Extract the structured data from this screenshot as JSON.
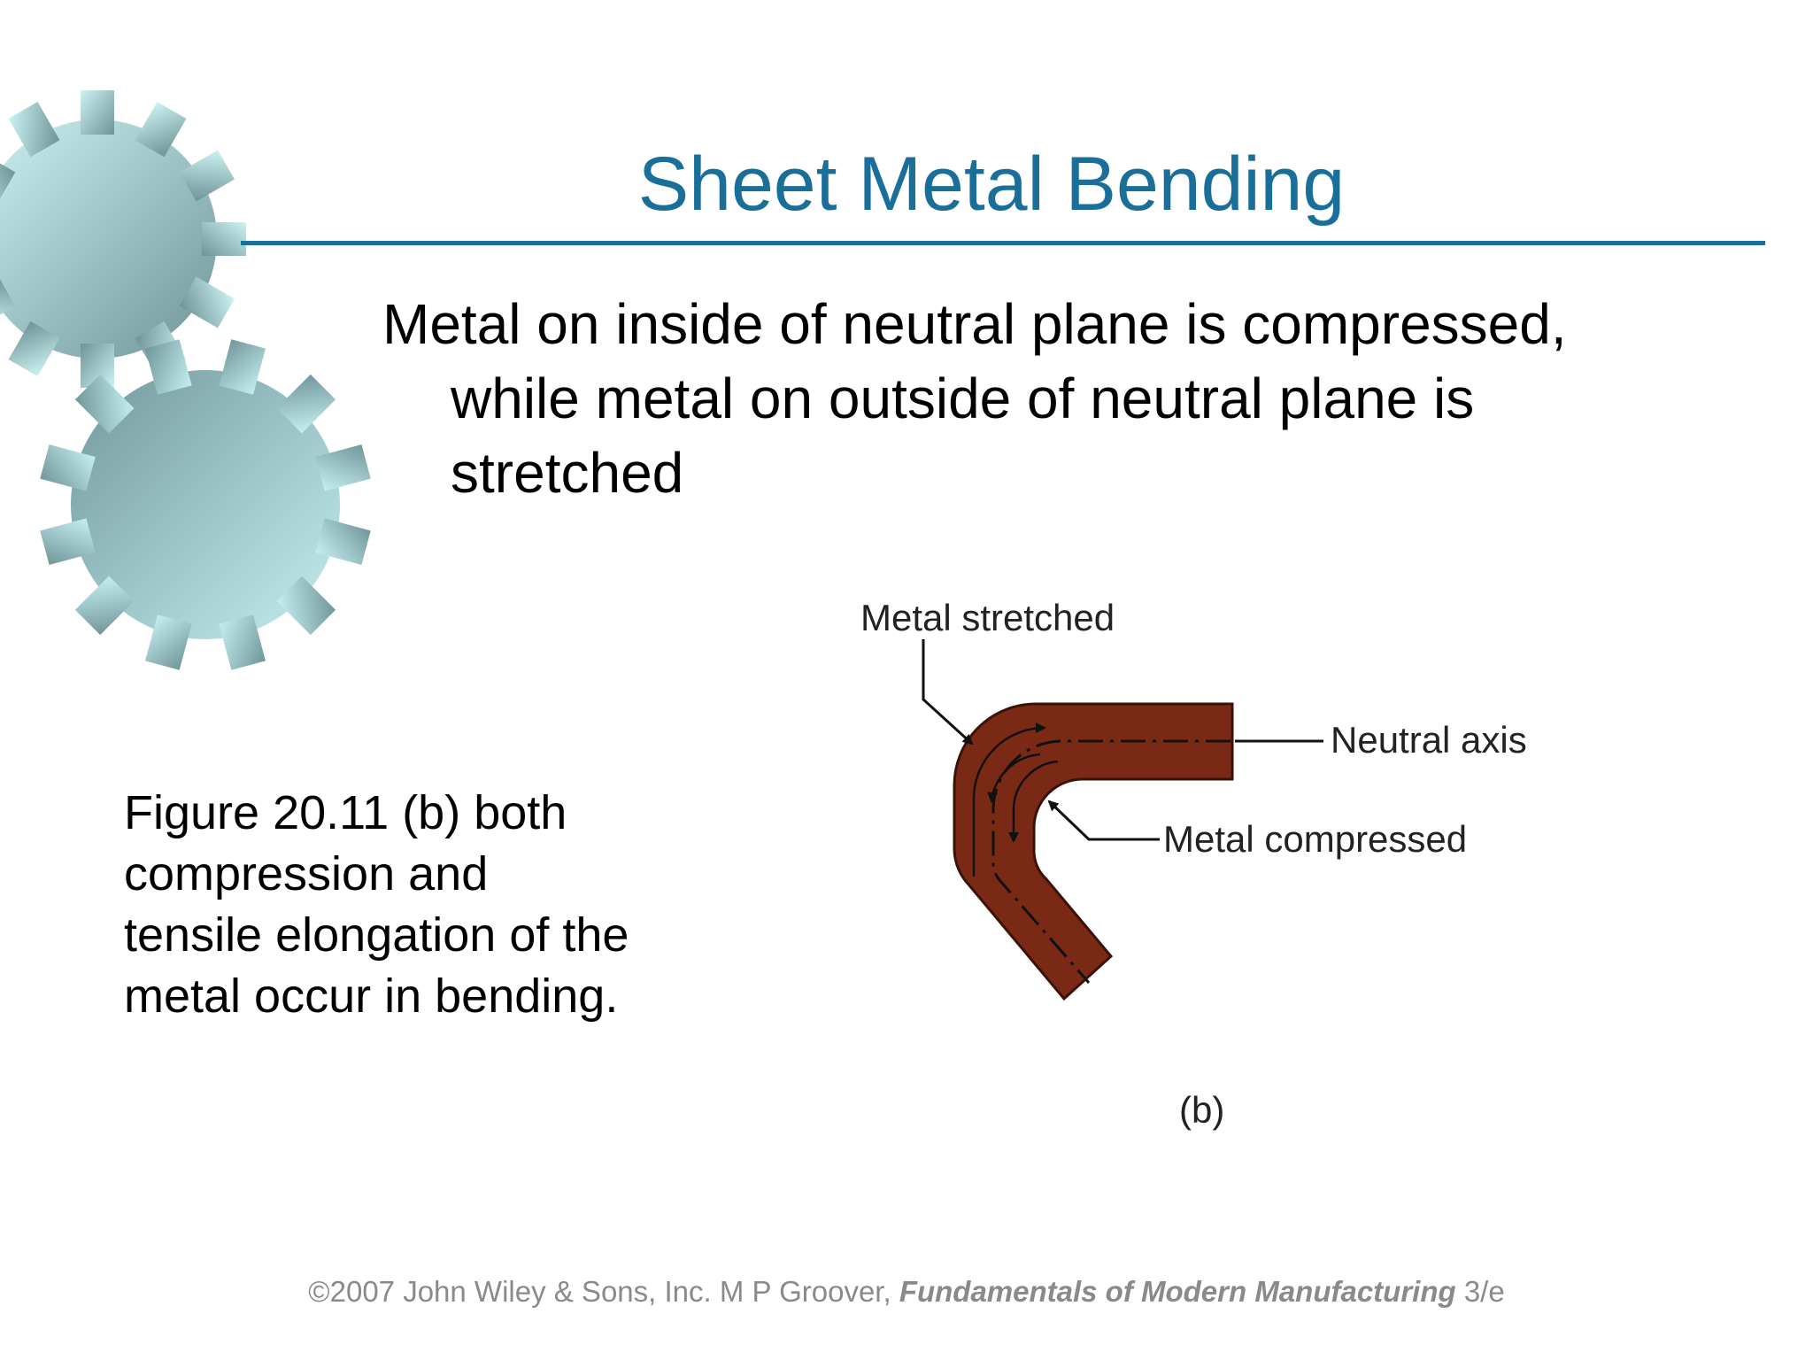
{
  "slide": {
    "title": "Sheet Metal Bending",
    "bullet_lines": [
      "Metal on inside of neutral plane is compressed,",
      "while metal on outside of neutral plane is",
      "stretched"
    ],
    "caption_lines": [
      "Figure 20.11  (b) both",
      "compression and",
      "tensile elongation of the",
      "metal occur in bending."
    ]
  },
  "figure": {
    "labels": {
      "stretched": "Metal stretched",
      "neutral_axis": "Neutral axis",
      "compressed": "Metal compressed",
      "panel": "(b)"
    },
    "metal_color": "#7a2a14"
  },
  "footer": {
    "copyright": "©2007 John Wiley & Sons, Inc.  M P Groover, ",
    "book": "Fundamentals of Modern Manufacturing",
    "edition": " 3/e"
  },
  "colors": {
    "title": "#1a6f9a",
    "gear_light": "#c3eaec",
    "gear_dark": "#7e9fa1",
    "footer_text": "#8a8a8a"
  }
}
